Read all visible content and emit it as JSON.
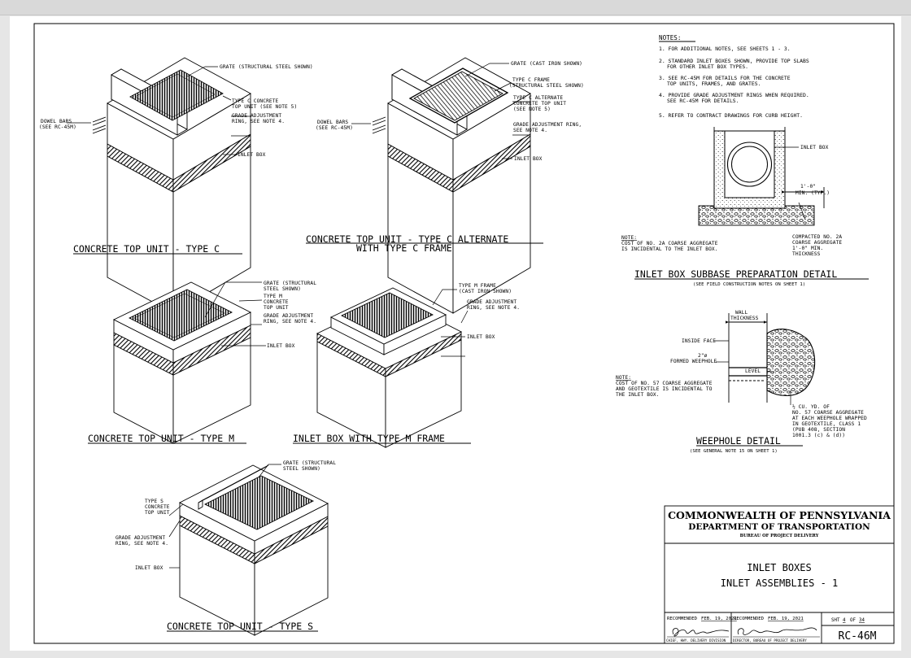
{
  "views": {
    "typeC": {
      "title": "CONCRETE TOP UNIT - TYPE C",
      "dowel": [
        "DOWEL BARS",
        "(SEE RC-45M)"
      ],
      "grate": "GRATE (STRUCTURAL STEEL SHOWN)",
      "topunit": [
        "TYPE C CONCRETE",
        "TOP UNIT (SEE NOTE 5)"
      ],
      "ring": [
        "GRADE ADJUSTMENT",
        "RING, SEE NOTE 4."
      ],
      "box": "INLET BOX"
    },
    "typeCAlt": {
      "title": [
        "CONCRETE TOP UNIT - TYPE C ALTERNATE",
        "WITH TYPE C FRAME"
      ],
      "dowel": [
        "DOWEL BARS",
        "(SEE RC-45M)"
      ],
      "grate": "GRATE (CAST IRON SHOWN)",
      "frame": [
        "TYPE C FRAME",
        "(STRUCTURAL STEEL SHOWN)"
      ],
      "topunit": [
        "TYPE C ALTERNATE",
        "CONCRETE TOP UNIT",
        "(SEE NOTE 5)"
      ],
      "ring": [
        "GRADE ADJUSTMENT RING,",
        "SEE NOTE 4."
      ],
      "box": "INLET BOX"
    },
    "typeM": {
      "title": "CONCRETE TOP UNIT - TYPE M",
      "grate": [
        "GRATE (STRUCTURAL",
        "STEEL SHOWN)"
      ],
      "topunit": [
        "TYPE M",
        "CONCRETE",
        "TOP UNIT"
      ],
      "ring": [
        "GRADE ADJUSTMENT",
        "RING, SEE NOTE 4."
      ],
      "box": "INLET BOX"
    },
    "frameM": {
      "title": "INLET BOX WITH TYPE M FRAME",
      "frame": [
        "TYPE M FRAME",
        "(CAST IRON SHOWN)"
      ],
      "ring": [
        "GRADE ADJUSTMENT",
        "RING, SEE NOTE 4."
      ],
      "box": "INLET BOX"
    },
    "typeS": {
      "title": "CONCRETE TOP UNIT - TYPE S",
      "grate": [
        "GRATE (STRUCTURAL",
        "STEEL SHOWN)"
      ],
      "topunit": [
        "TYPE S",
        "CONCRETE",
        "TOP UNIT"
      ],
      "ring": [
        "GRADE ADJUSTMENT",
        "RING, SEE NOTE 4."
      ],
      "box": "INLET BOX"
    }
  },
  "notes": {
    "heading": "NOTES:",
    "items": [
      [
        "1. FOR ADDITIONAL NOTES, SEE SHEETS 1 - 3."
      ],
      [
        "2. STANDARD INLET BOXES SHOWN, PROVIDE TOP SLABS",
        "FOR OTHER INLET BOX TYPES."
      ],
      [
        "3. SEE RC-45M FOR DETAILS FOR THE CONCRETE",
        "TOP UNITS, FRAMES, AND GRATES."
      ],
      [
        "4. PROVIDE GRADE ADJUSTMENT RINGS WHEN REQUIRED.",
        "SEE RC-45M FOR DETAILS."
      ],
      [
        "5. REFER TO CONTRACT DRAWINGS FOR CURB HEIGHT."
      ]
    ]
  },
  "subbase": {
    "title": "INLET BOX SUBBASE PREPARATION DETAIL",
    "subtitle": "(SEE FIELD CONSTRUCTION NOTES ON SHEET 1)",
    "box": "INLET BOX",
    "dim": [
      "1'-0\"",
      "MIN. (TYP.)"
    ],
    "note_heading": "NOTE:",
    "note": [
      "COST OF NO. 2A COARSE AGGREGATE",
      "IS INCIDENTAL TO THE INLET BOX."
    ],
    "compacted": [
      "COMPACTED NO. 2A",
      "COARSE AGGREGATE",
      "1'-0\" MIN.",
      "THICKNESS"
    ]
  },
  "weephole": {
    "title": "WEEPHOLE DETAIL",
    "subtitle": "(SEE GENERAL NOTE 15 ON SHEET 1)",
    "wall": [
      "WALL",
      "THICKNESS"
    ],
    "inside": "INSIDE FACE",
    "formed": [
      "2\"ø",
      "FORMED WEEPHOLE"
    ],
    "level": "LEVEL",
    "note_heading": "NOTE:",
    "note": [
      "COST OF NO. 57 COARSE AGGREGATE",
      "AND GEOTEXTILE IS INCIDENTAL TO",
      "THE INLET BOX."
    ],
    "aggregate": [
      "½ CU. YD. OF",
      "NO. 57 COARSE AGGREGATE",
      "AT EACH WEEPHOLE WRAPPED",
      "IN GEOTEXTILE, CLASS 1",
      "(PUB 408, SECTION",
      "1001.3 (c) & (d))"
    ]
  },
  "titleblock": {
    "org1": "COMMONWEALTH OF PENNSYLVANIA",
    "org2": "DEPARTMENT OF TRANSPORTATION",
    "org3": "BUREAU OF PROJECT DELIVERY",
    "title1": "INLET BOXES",
    "title2": "INLET ASSEMBLIES - 1",
    "rec_label": "RECOMMENDED",
    "rec1_date": "FEB. 19, 2021",
    "rec2_date": "FEB. 19, 2021",
    "sig1_role": "CHIEF, HWY. DELIVERY DIVISION",
    "sig2_role": "DIRECTOR, BUREAU OF PROJECT DELIVERY",
    "sht_label": "SHT",
    "sht_num": "4",
    "sht_of": "OF",
    "sht_total": "34",
    "drawing_no": "RC-46M"
  }
}
